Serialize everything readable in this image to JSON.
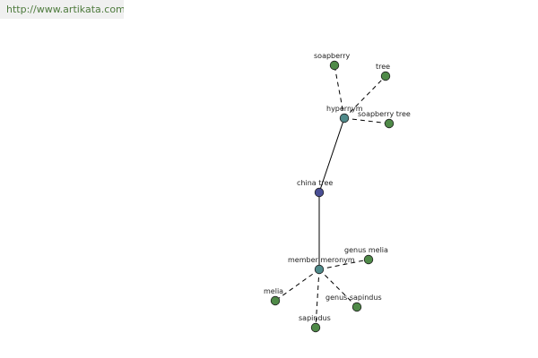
{
  "banner": {
    "url_text": "http://www.artikata.com"
  },
  "colors": {
    "banner_text": "#4d7a3c",
    "banner_bg": "#f0f0f0",
    "center_node": "#4a4f95",
    "relation_node": "#4f8a8a",
    "leaf_node": "#4f8a48"
  },
  "graph": {
    "nodes": [
      {
        "id": "china-tree",
        "label": "china tree",
        "kind": "center"
      },
      {
        "id": "hypernym",
        "label": "hypernym",
        "kind": "relation"
      },
      {
        "id": "member-meronym",
        "label": "member meronym",
        "kind": "relation"
      },
      {
        "id": "soapberry",
        "label": "soapberry",
        "kind": "leaf"
      },
      {
        "id": "tree",
        "label": "tree",
        "kind": "leaf"
      },
      {
        "id": "soapberry-tree",
        "label": "soapberry tree",
        "kind": "leaf"
      },
      {
        "id": "genus-melia",
        "label": "genus melia",
        "kind": "leaf"
      },
      {
        "id": "melia",
        "label": "melia",
        "kind": "leaf"
      },
      {
        "id": "genus-sapindus",
        "label": "genus sapindus",
        "kind": "leaf"
      },
      {
        "id": "sapindus",
        "label": "sapindus",
        "kind": "leaf"
      }
    ],
    "edges": [
      {
        "from": "china-tree",
        "to": "hypernym",
        "style": "solid"
      },
      {
        "from": "china-tree",
        "to": "member-meronym",
        "style": "solid"
      },
      {
        "from": "hypernym",
        "to": "soapberry",
        "style": "dashed"
      },
      {
        "from": "hypernym",
        "to": "tree",
        "style": "dashed"
      },
      {
        "from": "hypernym",
        "to": "soapberry-tree",
        "style": "dashed"
      },
      {
        "from": "member-meronym",
        "to": "genus-melia",
        "style": "dashed"
      },
      {
        "from": "member-meronym",
        "to": "melia",
        "style": "dashed"
      },
      {
        "from": "member-meronym",
        "to": "genus-sapindus",
        "style": "dashed"
      },
      {
        "from": "member-meronym",
        "to": "sapindus",
        "style": "dashed"
      }
    ]
  }
}
